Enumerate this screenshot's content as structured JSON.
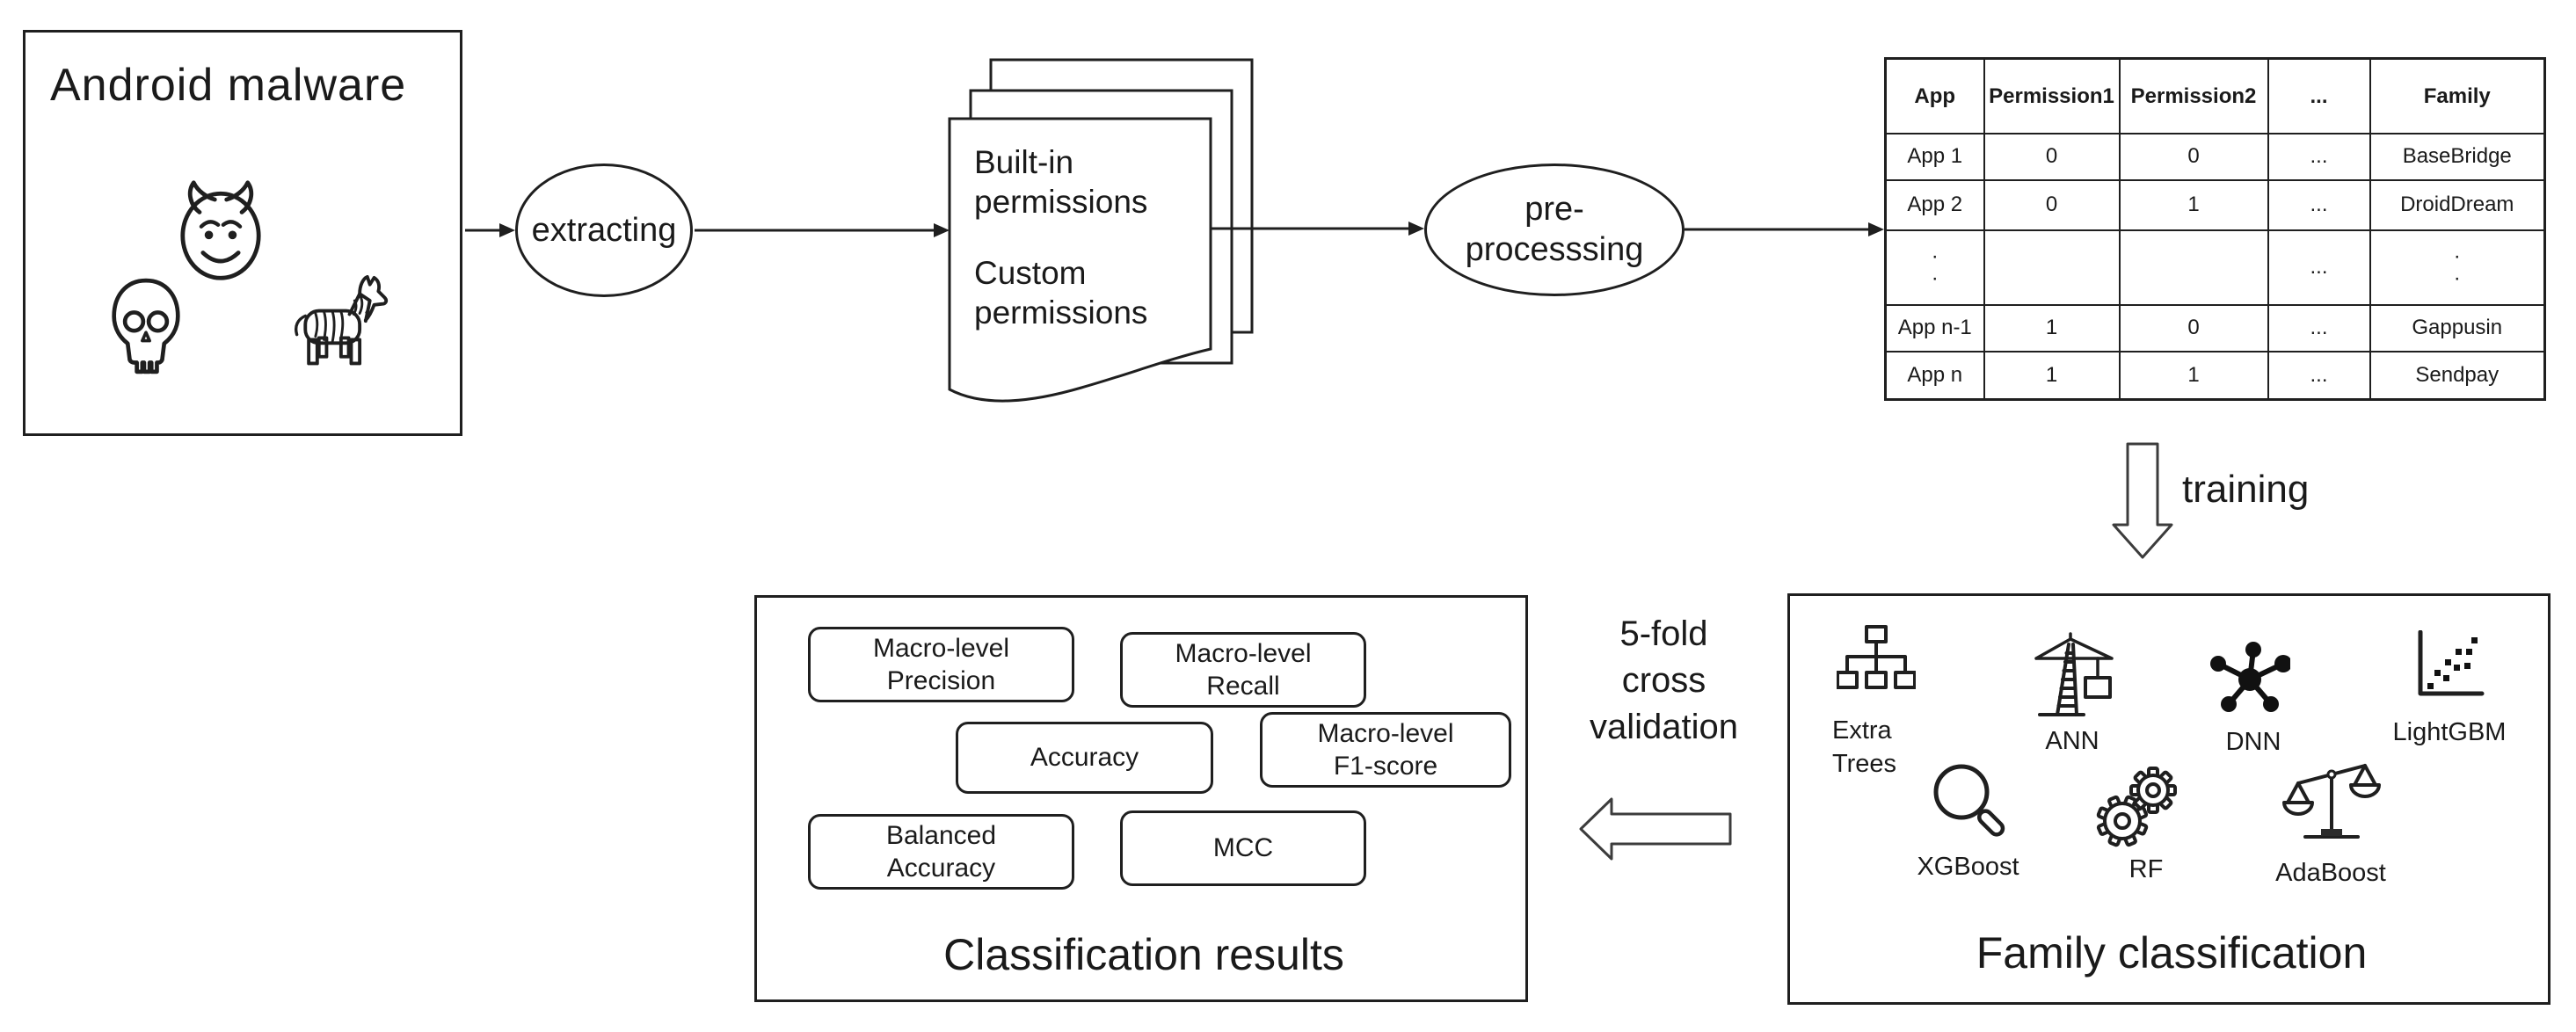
{
  "source": {
    "title": "Android malware",
    "icons": [
      "devil-face",
      "skull",
      "zebra"
    ]
  },
  "flow": {
    "extract_label": "extracting",
    "preprocess_label": "pre-\nprocesssing",
    "training_label": "training",
    "validation_label": "5-fold\ncross\nvalidation"
  },
  "documents": {
    "para1": "Built-in\npermissions",
    "para2": "Custom\npermissions"
  },
  "table": {
    "headers": [
      "App",
      "Permission1",
      "Permission2",
      "...",
      "Family"
    ],
    "rows": [
      [
        "App 1",
        "0",
        "0",
        "...",
        "BaseBridge"
      ],
      [
        "App 2",
        "0",
        "1",
        "...",
        "DroidDream"
      ],
      [
        "·\n·",
        "",
        "",
        "...",
        "·\n·"
      ],
      [
        "App n-1",
        "1",
        "0",
        "...",
        "Gappusin"
      ],
      [
        "App n",
        "1",
        "1",
        "...",
        "Sendpay"
      ]
    ]
  },
  "family_box": {
    "title": "Family classification",
    "algorithms": [
      {
        "label": "Extra\nTrees",
        "icon": "org-tree-icon"
      },
      {
        "label": "ANN",
        "icon": "crane-icon"
      },
      {
        "label": "DNN",
        "icon": "network-node-icon"
      },
      {
        "label": "LightGBM",
        "icon": "scatter-chart-icon"
      },
      {
        "label": "XGBoost",
        "icon": "magnifier-icon"
      },
      {
        "label": "RF",
        "icon": "gears-icon"
      },
      {
        "label": "AdaBoost",
        "icon": "balance-scale-icon"
      }
    ]
  },
  "results_box": {
    "title": "Classification results",
    "metrics": [
      {
        "label": "Macro-level\nPrecision"
      },
      {
        "label": "Macro-level\nRecall"
      },
      {
        "label": "Accuracy"
      },
      {
        "label": "Macro-level\nF1-score"
      },
      {
        "label": "Balanced\nAccuracy"
      },
      {
        "label": "MCC"
      }
    ]
  },
  "colors": {
    "ink": "#1f1f1f",
    "paper": "#ffffff"
  }
}
